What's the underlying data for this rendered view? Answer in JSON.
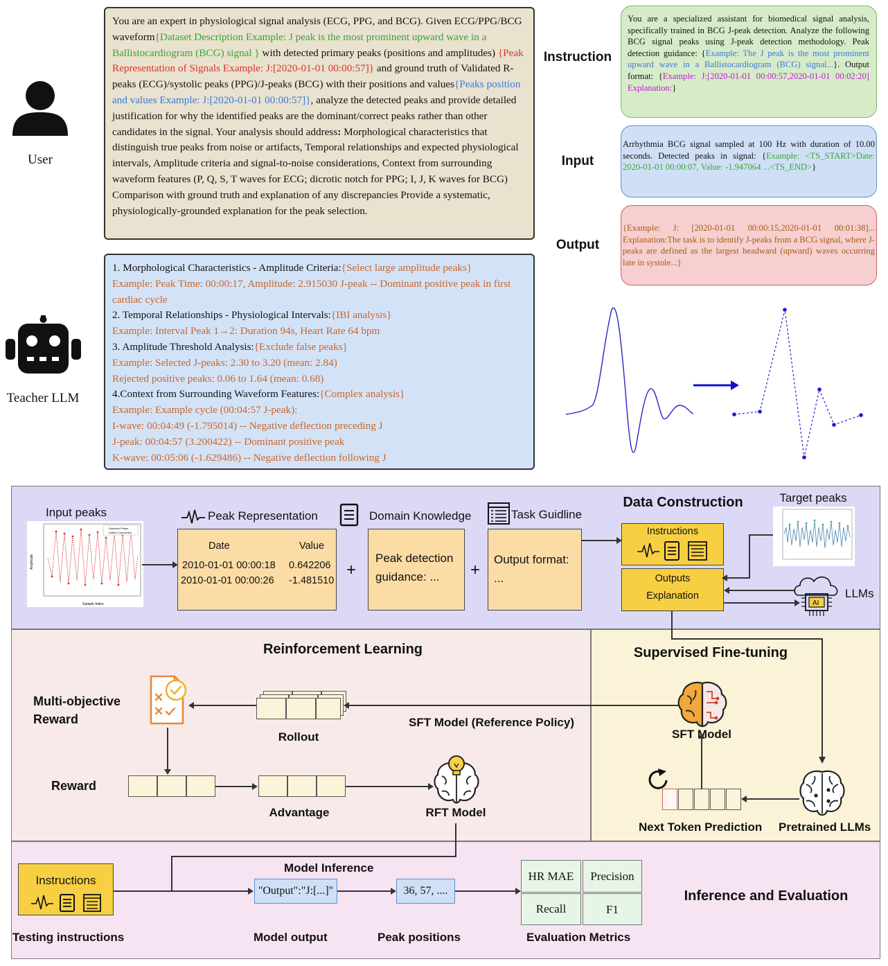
{
  "top": {
    "user_label": "User",
    "teacher_label": "Teacher LLM",
    "prompt": {
      "p1": "You are an expert in physiological signal analysis (ECG, PPG, and BCG). Given ECG/PPG/BCG waveform",
      "p2": "{Dataset Description Example: J peak is the most prominent upward wave in a Ballistocardiogram (BCG) signal }",
      "p3": " with detected primary peaks (positions and amplitudes) ",
      "p4": "{Peak Representation of Signals Example: J:[2020-01-01 00:00:57]}",
      "p5": " and ground truth of Validated R-peaks (ECG)/systolic peaks (PPG)/J-peaks (BCG) with their positions and values",
      "p6": "{Peaks position and values Example: J:[2020-01-01 00:00:57]}",
      "p7": ", analyze the detected peaks and provide detailed justification for why the identified peaks are the dominant/correct peaks rather than other candidates in the signal. Your analysis should address",
      "p8": ":",
      "p9": " Morphological characteristics that distinguish true peaks from noise or artifacts, Temporal relationships and expected physiological intervals, Amplitude criteria and signal-to-noise considerations, Context from surrounding waveform features (P, Q, S, T waves for ECG; dicrotic notch for PPG; I, J, K waves for BCG) Comparison with ground truth and explanation of any discrepancies Provide a systematic, physiologically-grounded explanation for the peak selection."
    },
    "teacher": {
      "l1a": "1. Morphological Characteristics - Amplitude Criteria:",
      "l1b": "{Select large amplitude peaks}",
      "l2": "Example: Peak Time: 00:00:17, Amplitude: 2.915030  J-peak -- Dominant positive peak in first cardiac cycle",
      "l3a": "2. Temporal Relationships - Physiological Intervals:",
      "l3b": "{IBI analysis}",
      "l4": "Example: Interval Peak 1→2: Duration 94s, Heart Rate 64 bpm",
      "l5a": "3. Amplitude Threshold Analysis:",
      "l5b": "{Exclude false peaks}",
      "l6": "Example: Selected J-peaks: 2.30 to 3.20 (mean: 2.84)",
      "l7": "Rejected positive peaks: 0.06 to 1.64 (mean: 0.68)",
      "l8a": "4.Context from Surrounding Waveform Features:",
      "l8b": "{Complex analysis}",
      "l9": "Example: Example cycle (00:04:57 J-peak):",
      "l10": "I-wave: 00:04:49 (-1.795014) -- Negative deflection preceding J",
      "l11": "J-peak: 00:04:57 (3.200422) -- Dominant positive peak",
      "l12": "K-wave: 00:05:06 (-1.629486) -- Negative deflection following J"
    },
    "labels": {
      "instruction": "Instruction",
      "input": "Input",
      "output": "Output"
    },
    "instruction_box": {
      "t1": "You are a specialized assistant for biomedical signal analysis, specifically trained in BCG J-peak detection. Analyze the following BCG signal peaks using J-peak detection methodology. Peak detection guidance: {",
      "t2": "Example: The J peak is the most prominent upward wave in a Ballistocardiogram (BCG) signal...",
      "t3": "}. Output format: {",
      "t4": "Example: J:[2020-01-01 00:00:57,2020-01-01 00:02:20] Explanation:",
      "t5": "}"
    },
    "input_box": {
      "t1": "Arrhythmia BCG signal sampled at 100 Hz with duration of 10.00 seconds. Detected peaks in signal: {",
      "t2": "Example: <TS_START>Date: 2020-01-01 00:00:07, Value: -1.947064 ...<TS_END>",
      "t3": "}"
    },
    "output_box": {
      "t1": "{Example: J: [2020-01-01 00:00:15,2020-01-01 00:01:38]... Explanation:The task is to identify J-peaks from a BCG signal, where J-peaks are defined as the largest headward (upward) waves occurring late in systole...}"
    }
  },
  "data_construction": {
    "title": "Data Construction",
    "input_peaks": "Input peaks",
    "peak_representation": "Peak Representation",
    "domain_knowledge": "Domain Knowledge",
    "task_guideline": "Task Guidline",
    "table": {
      "headers": [
        "Date",
        "Value"
      ],
      "rows": [
        [
          "2010-01-01 00:00:18",
          "0.642206"
        ],
        [
          "2010-01-01 00:00:26",
          "-1.481510"
        ]
      ]
    },
    "plus": "+",
    "guidance": "Peak detection guidance: ...",
    "output_format": "Output format: ...",
    "instructions": "Instructions",
    "outputs": "Outputs",
    "explanation": "Explanation",
    "target_peaks": "Target peaks",
    "llms": "LLMs",
    "llm_chip_label": "AI",
    "mini_plot": {
      "legend1": "Detected Peaks",
      "legend2": "Dotted Connection",
      "xlabel": "Sample Index",
      "ylabel": "Amplitude"
    }
  },
  "rl": {
    "title": "Reinforcement Learning",
    "reward_label": "Multi-objective Reward",
    "rollout": "Rollout",
    "reward": "Reward",
    "advantage": "Advantage",
    "rft_model": "RFT Model",
    "sft_ref": "SFT Model (Reference Policy)"
  },
  "sft": {
    "title": "Supervised Fine-tuning",
    "sft_model": "SFT Model",
    "next_token": "Next Token Prediction",
    "pretrained": "Pretrained LLMs"
  },
  "inference": {
    "title": "Inference and Evaluation",
    "instructions": "Instructions",
    "testing": "Testing instructions",
    "model_inference": "Model Inference",
    "model_output_value": "\"Output\":\"J:[...]\"",
    "model_output": "Model output",
    "peak_values": "36, 57, ....",
    "peak_positions": "Peak positions",
    "metrics": [
      "HR MAE",
      "Precision",
      "Recall",
      "F1"
    ],
    "eval_metrics": "Evaluation Metrics"
  }
}
